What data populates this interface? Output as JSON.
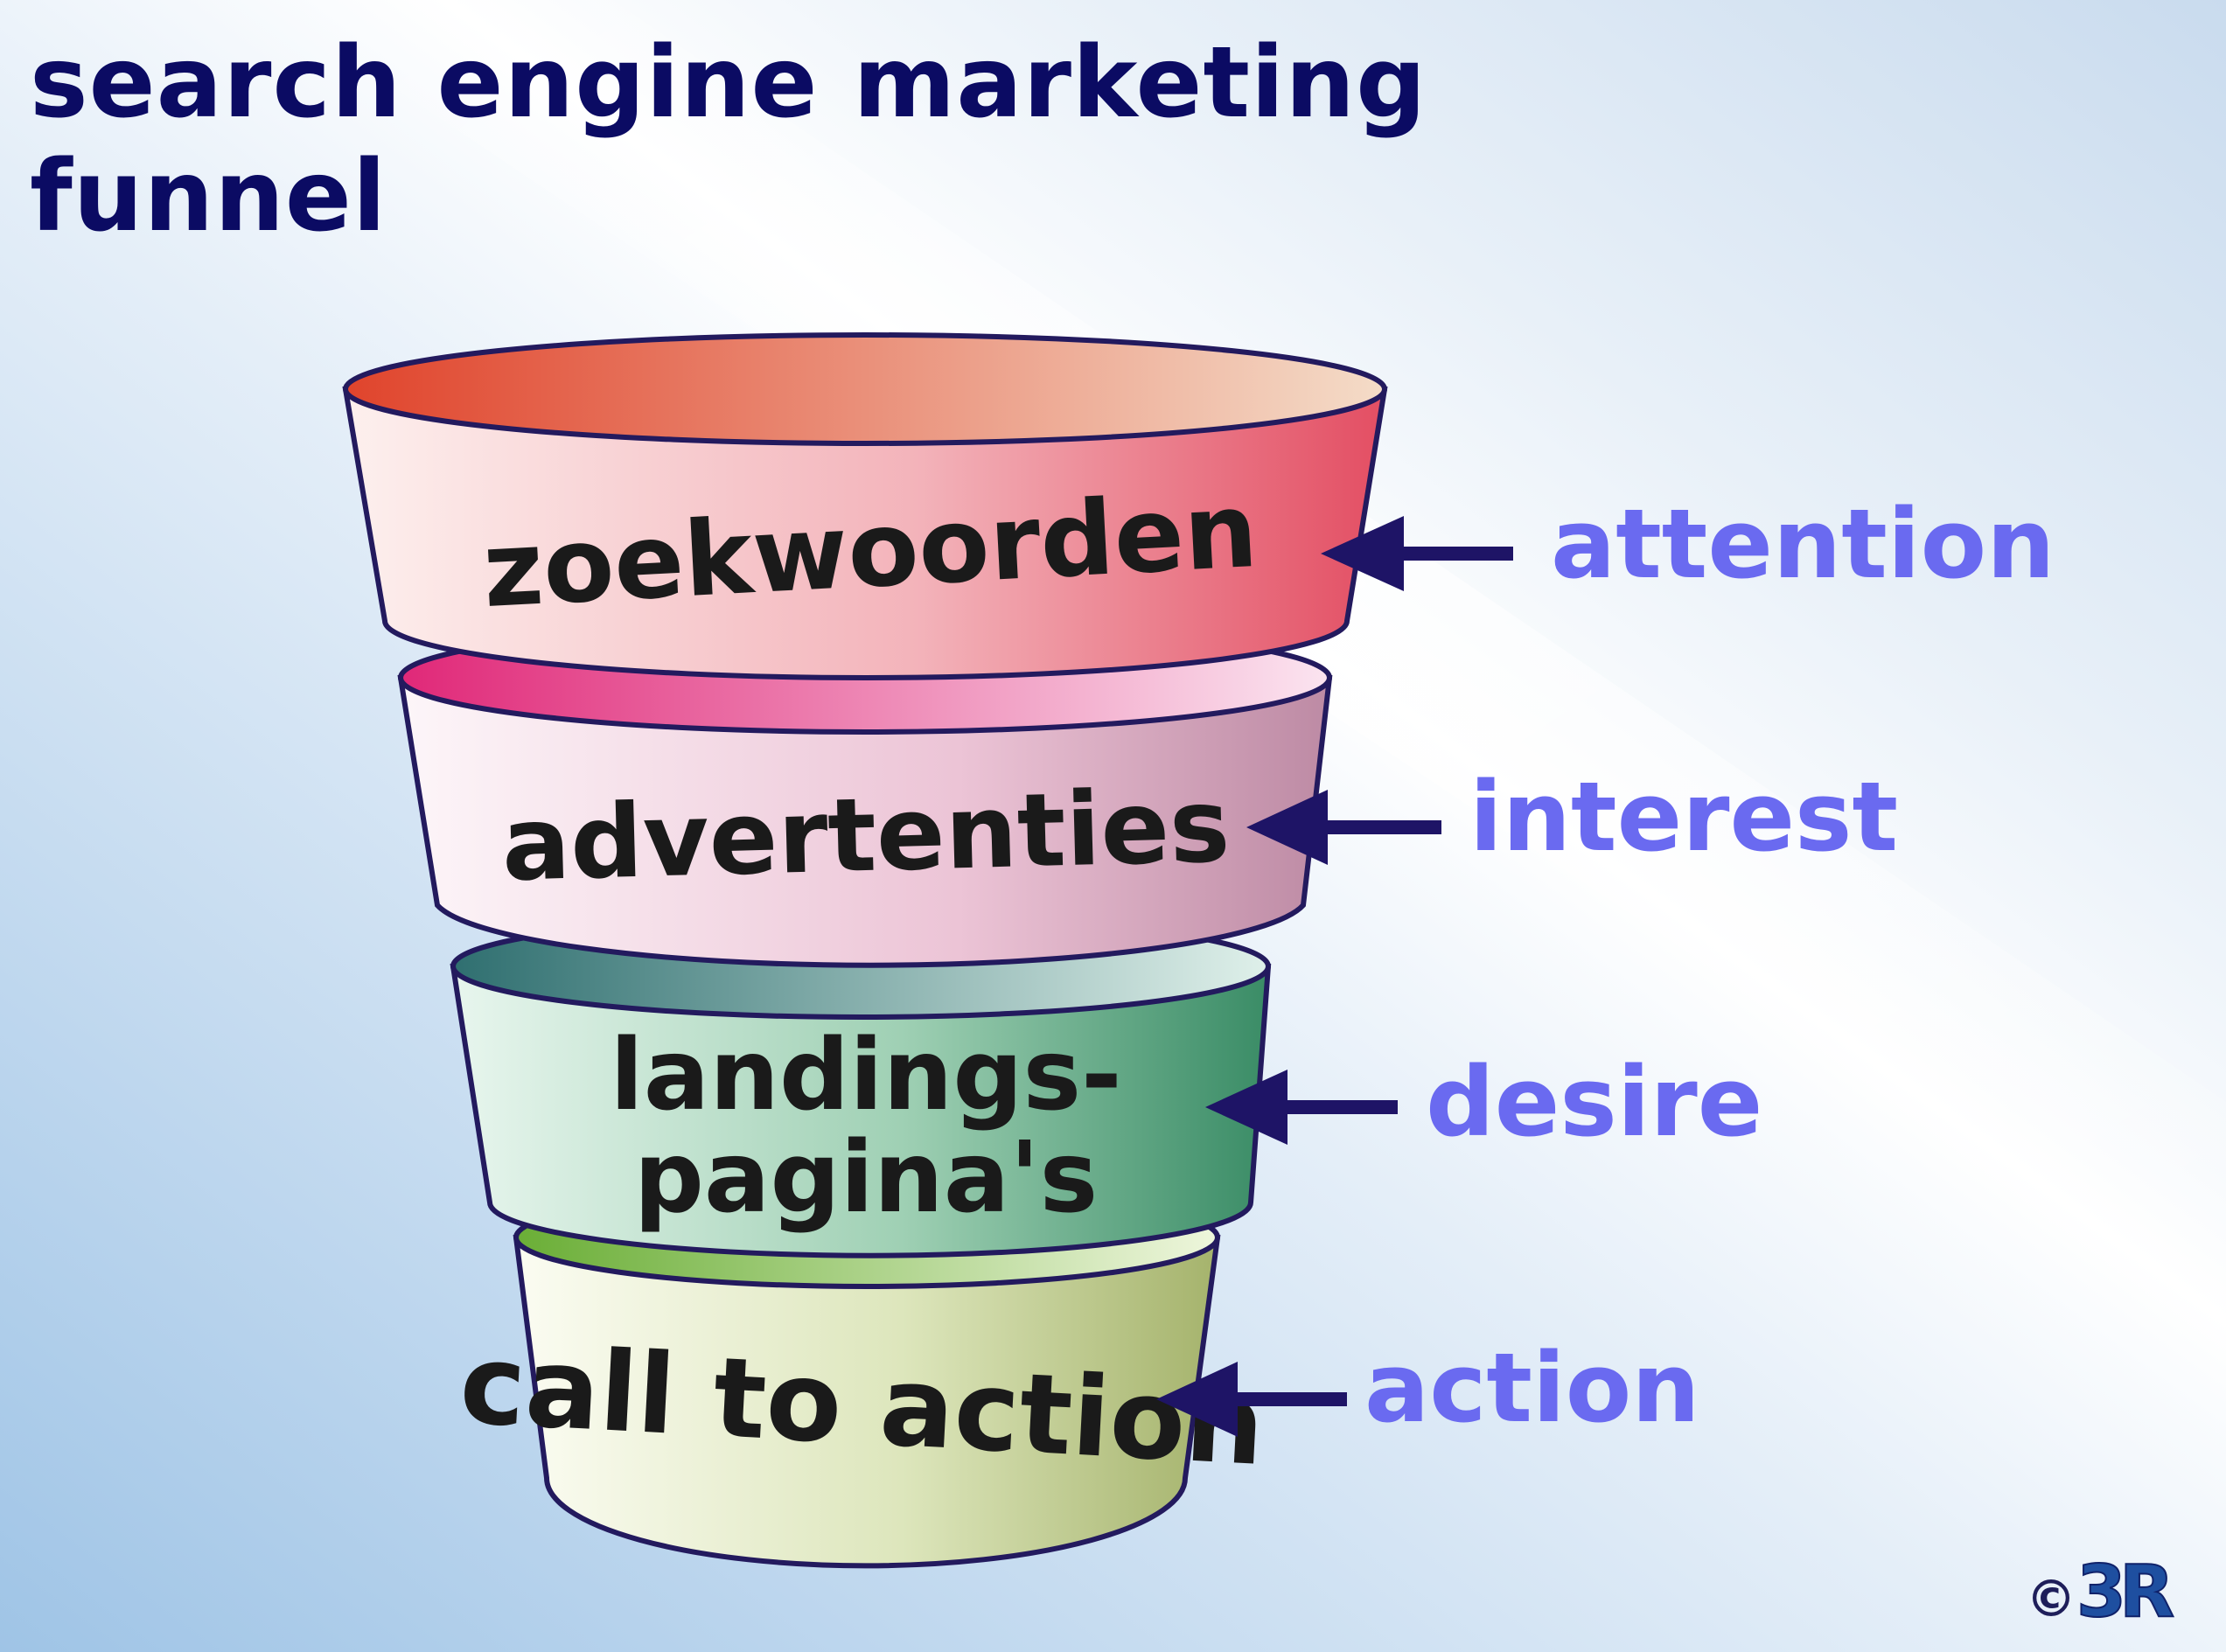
{
  "title": {
    "line1": "search engine marketing",
    "line2": "funnel"
  },
  "funnel": {
    "stages": [
      {
        "id": "zoekwoorden",
        "label": "zoekwoorden",
        "aida": "attention",
        "colors": {
          "top_light": "#f4c9a8",
          "top_dark": "#e0442c",
          "body_light": "#fbe2e2",
          "body_dark": "#e8566a"
        }
      },
      {
        "id": "advertenties",
        "label": "advertenties",
        "aida": "interest",
        "colors": {
          "top_light": "#f8d0e6",
          "top_dark": "#e0307c",
          "body_light": "#fbeef4",
          "body_dark": "#c98aa6"
        }
      },
      {
        "id": "landingspaginas",
        "label_line1": "landings-",
        "label_line2": "pagina's",
        "aida": "desire",
        "colors": {
          "top_light": "#b6dcd4",
          "top_dark": "#3d7f7a",
          "body_light": "#d9f1e6",
          "body_dark": "#3f9070"
        }
      },
      {
        "id": "call-to-action",
        "label": "call to action",
        "aida": "action",
        "colors": {
          "top_light": "#d6ebb0",
          "top_dark": "#6fb03a",
          "body_light": "#f4f8e6",
          "body_dark": "#a5b56e"
        }
      }
    ]
  },
  "copyright": {
    "symbol": "©",
    "logo": "3R"
  },
  "colors": {
    "title": "#0b0b63",
    "aida_text": "#6a6af0",
    "arrow": "#1e1466",
    "outline": "#231a5e"
  }
}
